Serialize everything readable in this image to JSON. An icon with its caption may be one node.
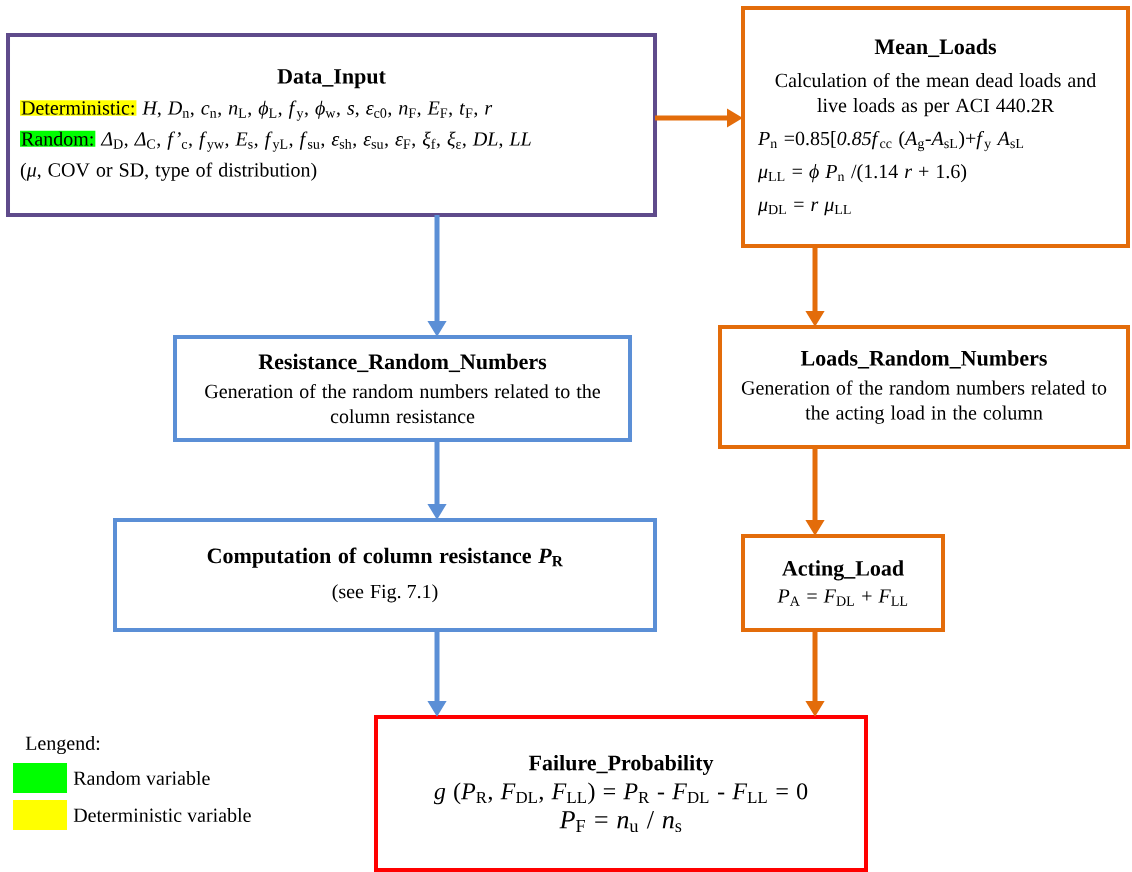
{
  "diagram": {
    "nodes": [
      {
        "text": [
          "Data_Input",
          "Deterministic:",
          "*H*, *D*$_{n}$, *c*$_{n}$, *n*$_{L}$, *ϕ*$_{L}$, *f*$_{y}$, *ϕ*$_{w}$, *s*, *ε*$_{c0}$, *n*$_{F}$, *E*$_{F}$, *t*$_{F}$, *r*",
          "Random:",
          "*Δ*$_{D}$, *Δ*$_{C}$, *f’*$_{c}$, *f*$_{yw}$, *E*$_{s}$, *f*$_{yL}$, *f*$_{su}$, *ε*$_{sh}$, *ε*$_{su}$, *ε*$_{F}$, *ξ*$_{f}$, *ξ*$_{ε}$, *DL*, *LL*",
          "(*μ*, COV or SD, type of distribution)"
        ]
      },
      {
        "text": [
          "Mean_Loads",
          "Calculation of the mean dead loads and live loads as per ACI 440.2R",
          "*P*$_{n}$ =0.85[*0.85f*$_{cc}$ (*A*$_{g}$-*A*$_{sL}$)+*f*$_{y}$ *A*$_{sL}$",
          "*μ*$_{LL}$ = *ϕ P*$_{n}$ /(1.14 *r* + 1.6)",
          "*μ*$_{DL}$ = *r μ*$_{LL}$"
        ]
      },
      {
        "text": [
          "Resistance_Random_Numbers",
          "Generation of the random numbers related to the column resistance"
        ]
      },
      {
        "text": [
          "Loads_Random_Numbers",
          "Generation of the random numbers related to the acting load in the column"
        ]
      },
      {
        "text": [
          "Computation of column resistance *P*$_{R}$",
          "(see Fig. 7.1)"
        ]
      },
      {
        "text": [
          "Acting_Load",
          "*P*$_{A}$ = *F*$_{DL}$ + *F*$_{LL}$"
        ]
      },
      {
        "text": [
          "Failure_Probability",
          "*g* (*P*$_{R}$, *F*$_{DL}$, *F*$_{LL}$) = *P*$_{R}$ - *F*$_{DL}$ - *F*$_{LL}$ = 0",
          "*P*$_{F}$ = *n*$_{u}$ / *n*$_{s}$"
        ]
      }
    ],
    "edges": [
      {
        "from": 0,
        "to": 1,
        "arrow": "to"
      },
      {
        "from": 0,
        "to": 2,
        "arrow": "to",
        "color": "#5b8fd6"
      },
      {
        "from": 1,
        "to": 3,
        "arrow": "to"
      },
      {
        "from": 2,
        "to": 4,
        "arrow": "to",
        "color": "#5b8fd6"
      },
      {
        "from": 3,
        "to": 5,
        "arrow": "to"
      },
      {
        "from": 4,
        "to": 6,
        "arrow": "to",
        "color": "#5b8fd6"
      },
      {
        "from": 5,
        "to": 6,
        "arrow": "to"
      }
    ],
    "labels": [
      "Lengend:"
    ],
    "legend": [
      {
        "text": "Random variable",
        "color": "#00ff00"
      },
      {
        "text": "Deterministic variable",
        "color": "#ffff00"
      }
    ]
  }
}
